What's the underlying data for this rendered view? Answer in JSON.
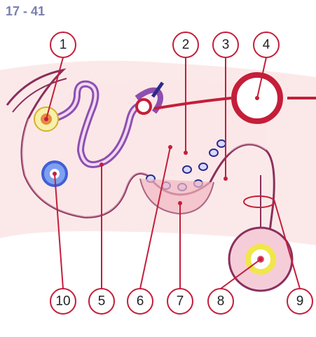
{
  "figure_id": "17 - 41",
  "labels": [
    "1",
    "2",
    "3",
    "4",
    "5",
    "6",
    "7",
    "8",
    "9",
    "10"
  ],
  "colors": {
    "background_tint": "#fbe9e9",
    "tissue_fill": "#f5cdd8",
    "tissue_outline": "#8a2f5c",
    "lumen_fill": "#fde0e0",
    "vessel_red": "#c41e3a",
    "leader_red": "#c41e3a",
    "purple_tube": "#8e4fb0",
    "navy_tube": "#2a2a8a",
    "blue_nucleus": "#3f5fd8",
    "yellow_ring": "#f1e64a",
    "pink_dot": "#e24b6f"
  }
}
